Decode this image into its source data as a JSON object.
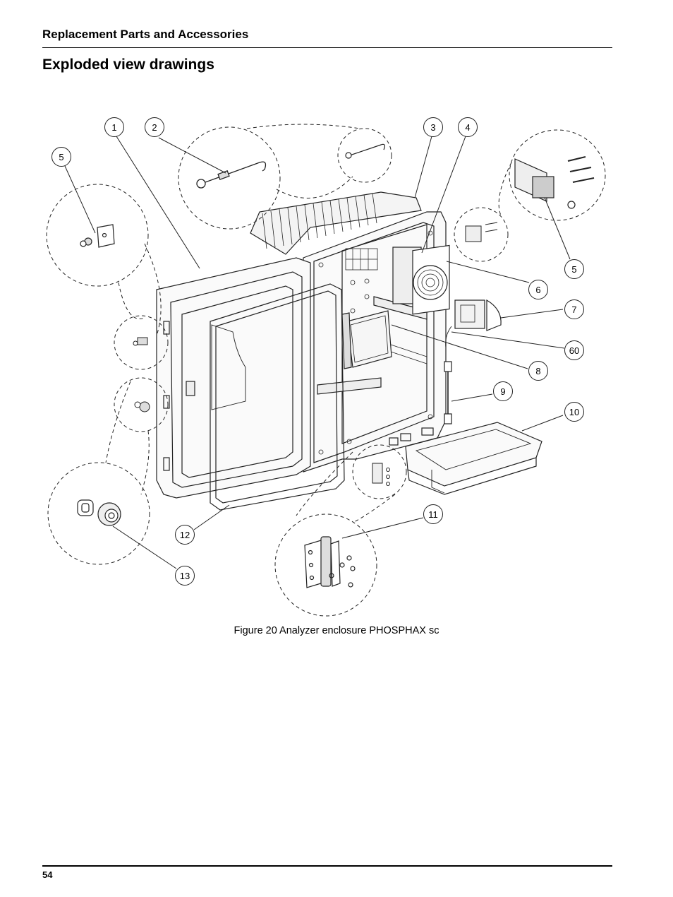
{
  "header": {
    "section": "Replacement Parts and Accessories"
  },
  "title": "Exploded view drawings",
  "figure": {
    "caption": "Figure 20 Analyzer enclosure PHOSPHAX sc",
    "callouts": [
      "1",
      "2",
      "3",
      "4",
      "5",
      "5",
      "6",
      "7",
      "60",
      "8",
      "9",
      "10",
      "11",
      "12",
      "13"
    ]
  },
  "footer": {
    "page_number": "54"
  }
}
